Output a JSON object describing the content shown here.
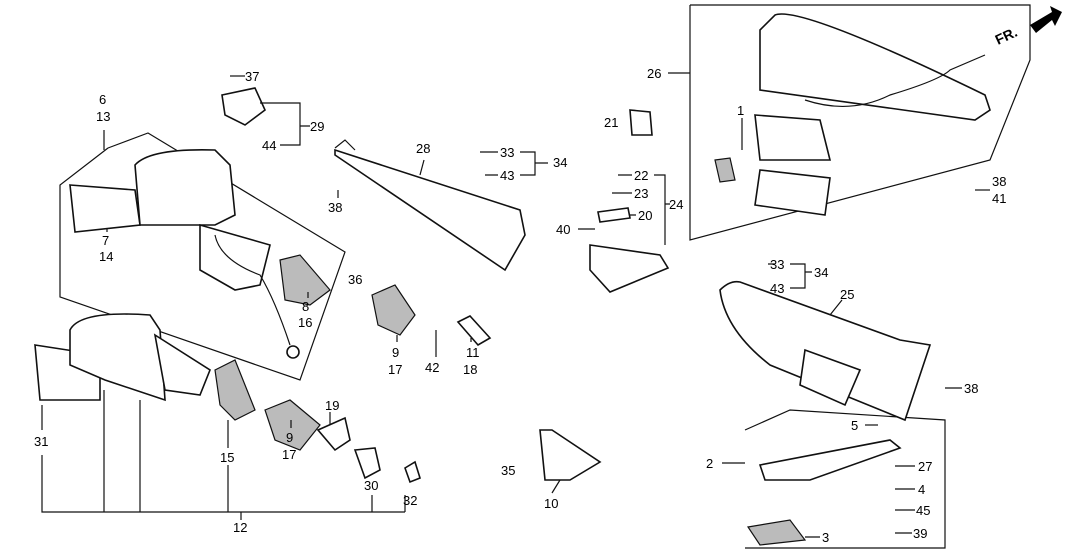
{
  "diagram": {
    "direction_indicator": "FR.",
    "labels": [
      "37",
      "29",
      "44",
      "6",
      "13",
      "7",
      "14",
      "36",
      "8",
      "16",
      "28",
      "38",
      "33",
      "43",
      "34",
      "21",
      "26",
      "1",
      "22",
      "23",
      "20",
      "24",
      "40",
      "38",
      "41",
      "33",
      "43",
      "34",
      "25",
      "38",
      "9",
      "17",
      "42",
      "11",
      "18",
      "19",
      "9",
      "17",
      "15",
      "31",
      "12",
      "30",
      "32",
      "35",
      "10",
      "5",
      "2",
      "27",
      "4",
      "45",
      "39",
      "3"
    ]
  }
}
